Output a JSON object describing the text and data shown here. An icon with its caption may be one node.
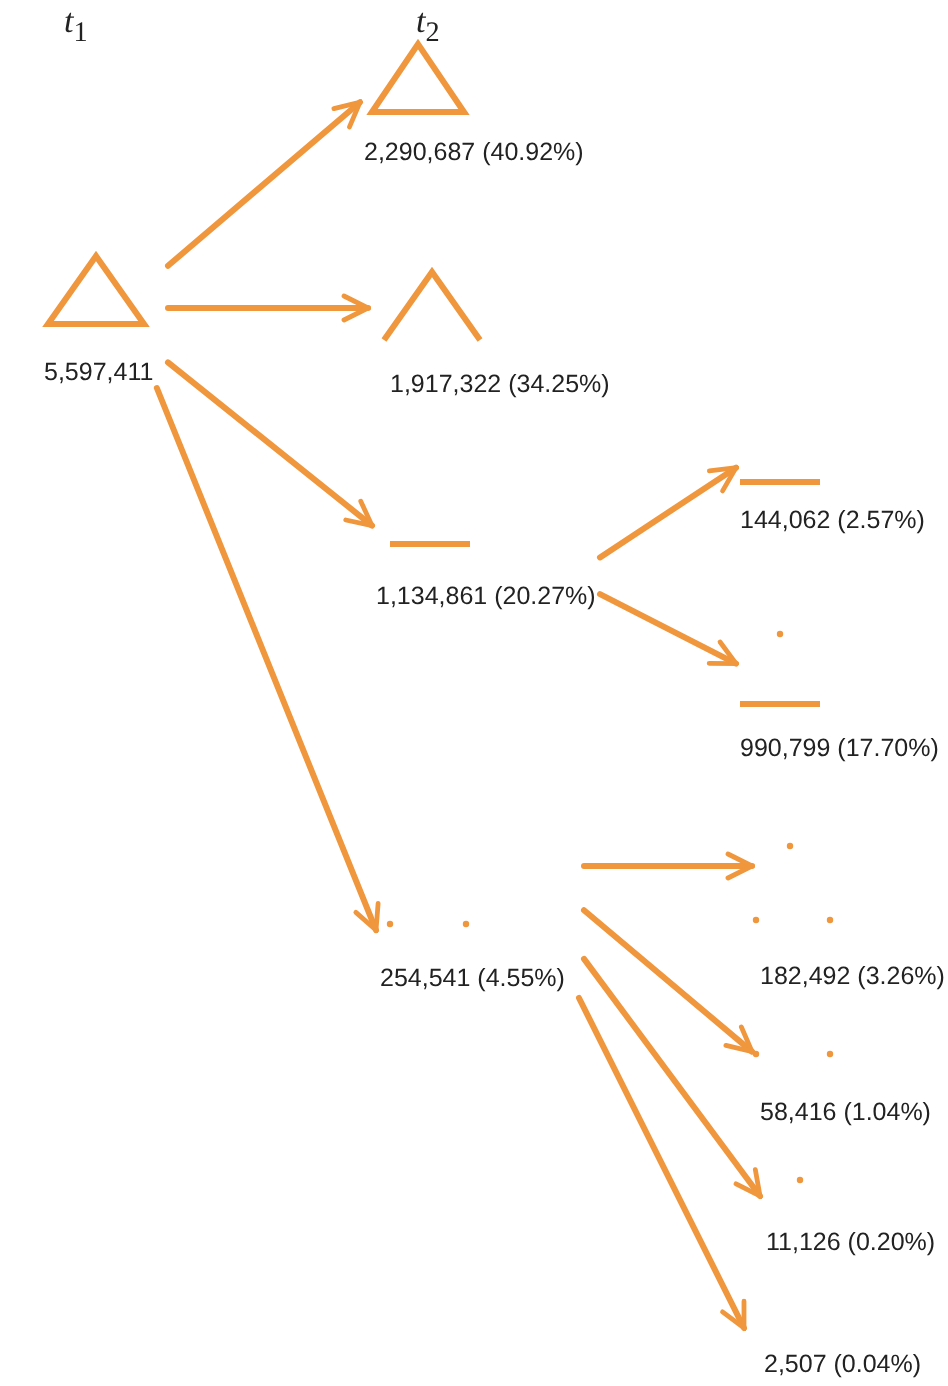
{
  "diagram": {
    "nodes": [
      {
        "text": [
          "5,597,411"
        ]
      },
      {
        "text": [
          "2,290,687 (40.92%)"
        ]
      },
      {
        "text": [
          "1,917,322 (34.25%)"
        ]
      },
      {
        "text": [
          "1,134,861 (20.27%)"
        ]
      },
      {
        "text": [
          "254,541 (4.55%)"
        ]
      },
      {
        "text": [
          "144,062 (2.57%)"
        ]
      },
      {
        "text": [
          "990,799 (17.70%)"
        ]
      },
      {
        "text": [
          "182,492 (3.26%)"
        ]
      },
      {
        "text": [
          "58,416 (1.04%)"
        ]
      },
      {
        "text": [
          "11,126 (0.20%)"
        ]
      },
      {
        "text": [
          "2,507 (0.04%)"
        ]
      }
    ],
    "edges": [
      {
        "from": 0,
        "to": 1,
        "arrow": "to"
      },
      {
        "from": 0,
        "to": 2,
        "arrow": "to"
      },
      {
        "from": 0,
        "to": 3,
        "arrow": "to"
      },
      {
        "from": 0,
        "to": 4,
        "arrow": "to"
      },
      {
        "from": 3,
        "to": 5,
        "arrow": "to"
      },
      {
        "from": 3,
        "to": 6,
        "arrow": "to"
      },
      {
        "from": 4,
        "to": 7,
        "arrow": "to"
      },
      {
        "from": 4,
        "to": 8,
        "arrow": "to"
      },
      {
        "from": 4,
        "to": 9,
        "arrow": "to"
      },
      {
        "from": 4,
        "to": 10,
        "arrow": "to"
      }
    ],
    "labels": [
      "*t*$_{1}$",
      "*t*$_{2}$"
    ]
  }
}
